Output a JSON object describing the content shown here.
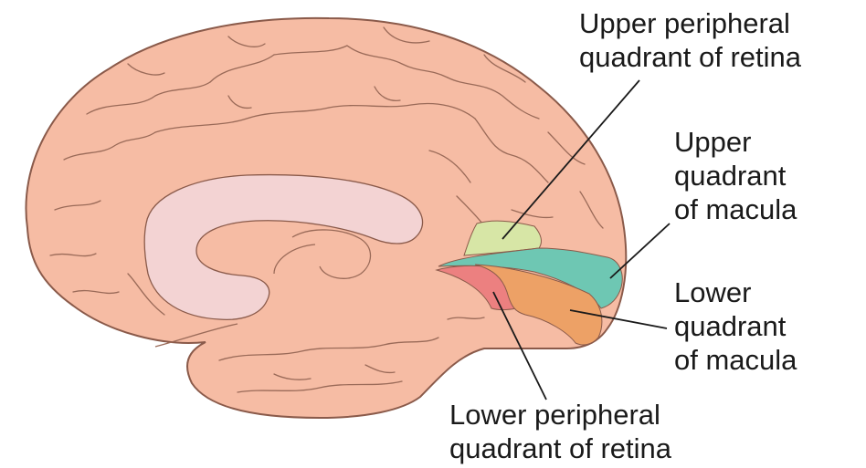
{
  "labels": {
    "upper_peripheral": [
      "Upper peripheral",
      "quadrant of retina"
    ],
    "upper_macula": [
      "Upper",
      "quadrant",
      "of macula"
    ],
    "lower_macula": [
      "Lower",
      "quadrant",
      "of macula"
    ],
    "lower_peripheral": [
      "Lower peripheral",
      "quadrant of retina"
    ]
  },
  "colors": {
    "brain_fill": "#f6bca4",
    "brain_outline": "#8a5a4a",
    "sulcus": "#9a6a58",
    "corpus_callosum": "#f3d3d3",
    "upper_peripheral_region": "#d7e6a6",
    "upper_macula_region": "#6ec7b3",
    "lower_macula_region": "#eda166",
    "lower_peripheral_region": "#ec8080",
    "leader_line": "#1a1a1a"
  }
}
